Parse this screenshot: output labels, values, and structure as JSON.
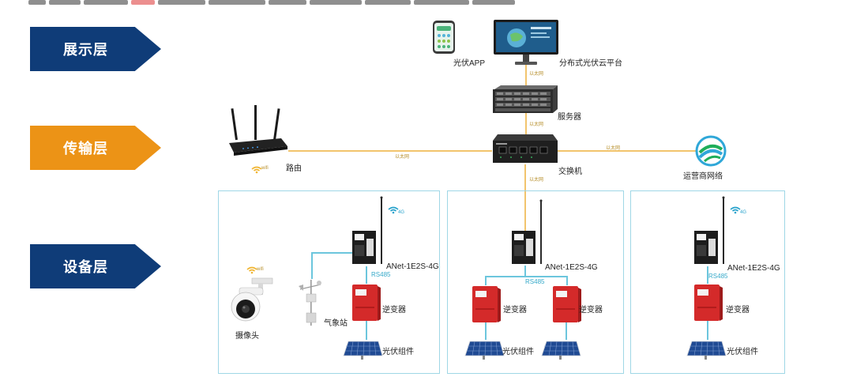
{
  "layers": {
    "display": "展示层",
    "transport": "传输层",
    "device": "设备层"
  },
  "labels": {
    "app": "光伏APP",
    "platform": "分布式光伏云平台",
    "server": "服务器",
    "router": "路由",
    "switch": "交换机",
    "operator": "运营商网络",
    "camera": "摄像头",
    "weather": "气象站",
    "inverter": "逆变器",
    "pv": "光伏组件",
    "model": "ANet-1E2S-4G",
    "rs485": "RS485",
    "ethernet": "以太网",
    "wifi": "wifi",
    "g4": "4G"
  },
  "colors": {
    "dark_blue": "#0f3c78",
    "orange": "#ec9316",
    "cable": "#f2c46d",
    "rs485_line": "#6cc6dd",
    "inverter_red": "#d42a2a"
  }
}
